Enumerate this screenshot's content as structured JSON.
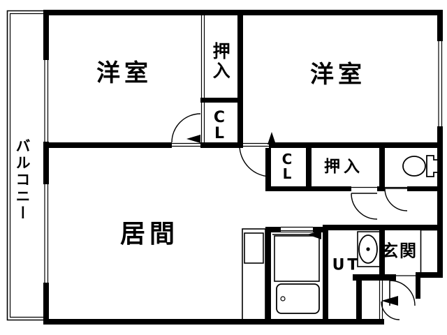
{
  "title": "apartment-floor-plan",
  "colors": {
    "wall": "#000000",
    "background": "#ffffff"
  },
  "labels": {
    "west_room_left": "洋室",
    "west_room_right": "洋室",
    "oshiire_top": "押入",
    "cl_top": "CL",
    "cl_mid": "CL",
    "oshiire_mid": "押入",
    "living_room": "居間",
    "utility": "UT",
    "entrance": "玄関",
    "balcony": "バルコニー"
  },
  "fixtures": [
    "toilet",
    "bathtub",
    "washbasin",
    "kitchen-counter",
    "door-swing",
    "window",
    "shoe-cabinet"
  ]
}
